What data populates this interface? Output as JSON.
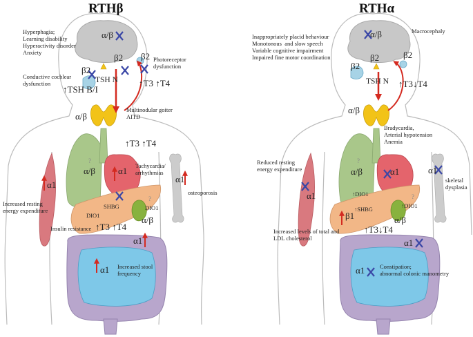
{
  "titles": {
    "left": "RTHβ",
    "right": "RTHα"
  },
  "left": {
    "brain_receptor": "α/β",
    "brain_beta2": "β2",
    "eye_beta2": "β2",
    "ear_beta2": "β2",
    "brain_effects": "Hyperphagia;\nLearning disability\nHyperactivity disorder\nAnxiety",
    "photoreceptor": "Photoreceptor\ndysfunction",
    "cochlear": "Conductive cochlear\ndysfunction",
    "pituitary": "TSH N",
    "tsh": "↑TSH B/I",
    "t3t4_top": "↑T3 ↑T4",
    "thyroid_receptor": "α/β",
    "goiter": "Multinodular goiter\nAITD",
    "t3t4_mid": "↑T3 ↑T4",
    "heart_receptor": "α1",
    "liver_receptor": "α/β",
    "tachy": "Tachycardia/\narrhythmias",
    "muscle_receptor": "α1",
    "energy": "Increased resting\nenergy expenditure",
    "shbg": "SHBG",
    "dio1_liver": "DIO1",
    "dio1_kidney": "DIO1",
    "kidney_receptor": "α/β",
    "insulin": "Insulin resistance",
    "t3t4_low": "↑T3 ↑T4",
    "bone_receptor": "α1",
    "osteo": "osteoporosis",
    "colon_receptor": "α1",
    "intestine_receptor": "α1",
    "stool": "Increased stool\nfrequency",
    "question": "?"
  },
  "right": {
    "brain_receptor": "α/β",
    "brain_beta2": "β2",
    "eye_beta2": "β2",
    "ear_beta2": "β2",
    "brain_effects": "Inappropriately placid behaviour\nMonotonous  and slow speech\nVariable cognitive impairment\nImpaired fine motor coordination",
    "macro": "Macrocephaly",
    "pituitary": "TSH N",
    "t3t4_top": "↑T3↓T4",
    "thyroid_receptor": "α/β",
    "brady": "Bradycardia,\nArterial hypotension\nAnemia",
    "heart_receptor": "α1",
    "liver_receptor": "α/β",
    "energy": "Reduced resting\nenergy expenditure",
    "muscle_receptor": "α1",
    "bone_receptor": "α1",
    "skeletal": "skeletal\ndysplasia",
    "dio1_liver": "↑DIO1",
    "dio1_kidney": "↑DIO1",
    "shbg": "↑SHBG",
    "liver_beta": "β1",
    "kidney_receptor": "α/β",
    "cholesterol": "Increased levels of total and\nLDL cholesterol",
    "t3t4_low": "↑T3↓T4",
    "colon_receptor": "α1",
    "intestine_receptor": "α1",
    "constipation": "Constipation;\nabnormal colonic manometry",
    "question": "?"
  },
  "colors": {
    "brain": "#c8c8c8",
    "muscle": "#d9797f",
    "lung": "#a9c78a",
    "heart": "#e4646c",
    "liver": "#f2b787",
    "kidney": "#88b23e",
    "thyroid": "#f2c318",
    "intestine": "#7ec8e8",
    "colon": "#b8a6cc",
    "bone": "#cccccc",
    "arrow": "#d42a20",
    "cross": "#3a47a6",
    "outline": "#bbbbbb"
  }
}
